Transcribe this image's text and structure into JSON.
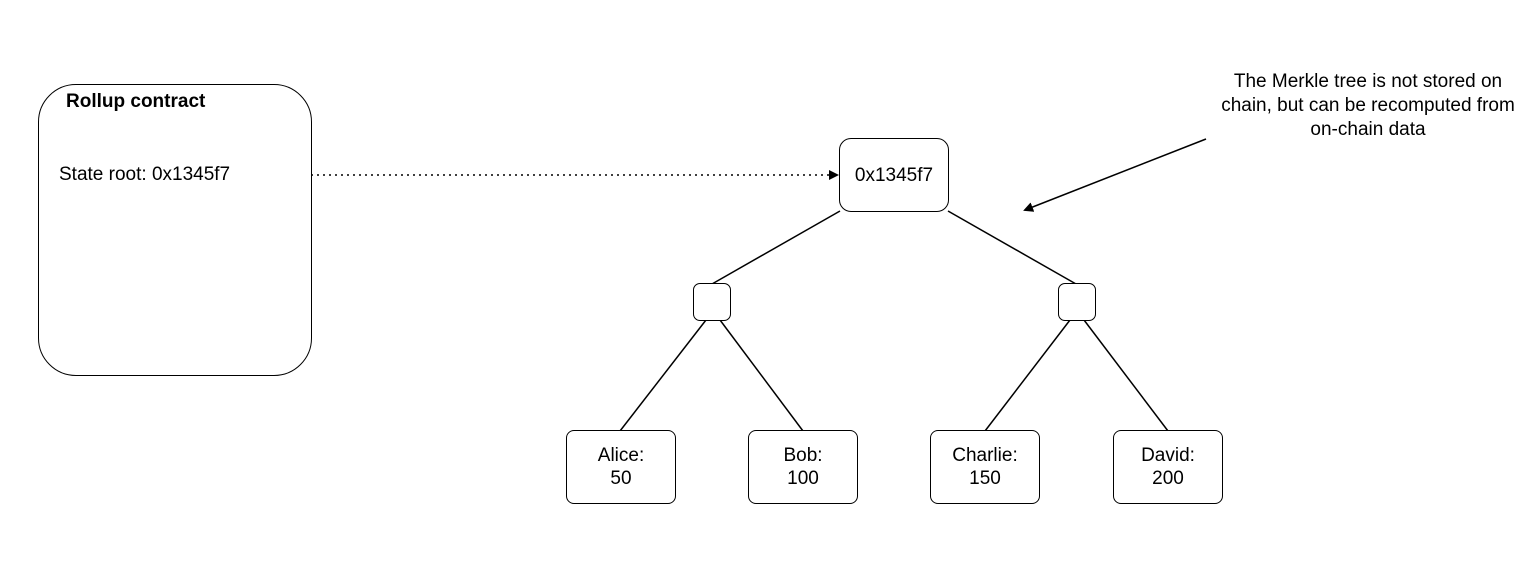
{
  "rollup_contract": {
    "title": "Rollup contract",
    "state_root_label": "State root: 0x1345f7"
  },
  "merkle_tree": {
    "root_hash": "0x1345f7",
    "leaves": [
      {
        "name": "Alice:",
        "value": "50"
      },
      {
        "name": "Bob:",
        "value": "100"
      },
      {
        "name": "Charlie:",
        "value": "150"
      },
      {
        "name": "David:",
        "value": "200"
      }
    ]
  },
  "note": {
    "text": "The Merkle tree is not stored on chain, but can be recomputed from on-chain data"
  },
  "colors": {
    "stroke": "#000000",
    "background": "#ffffff"
  }
}
